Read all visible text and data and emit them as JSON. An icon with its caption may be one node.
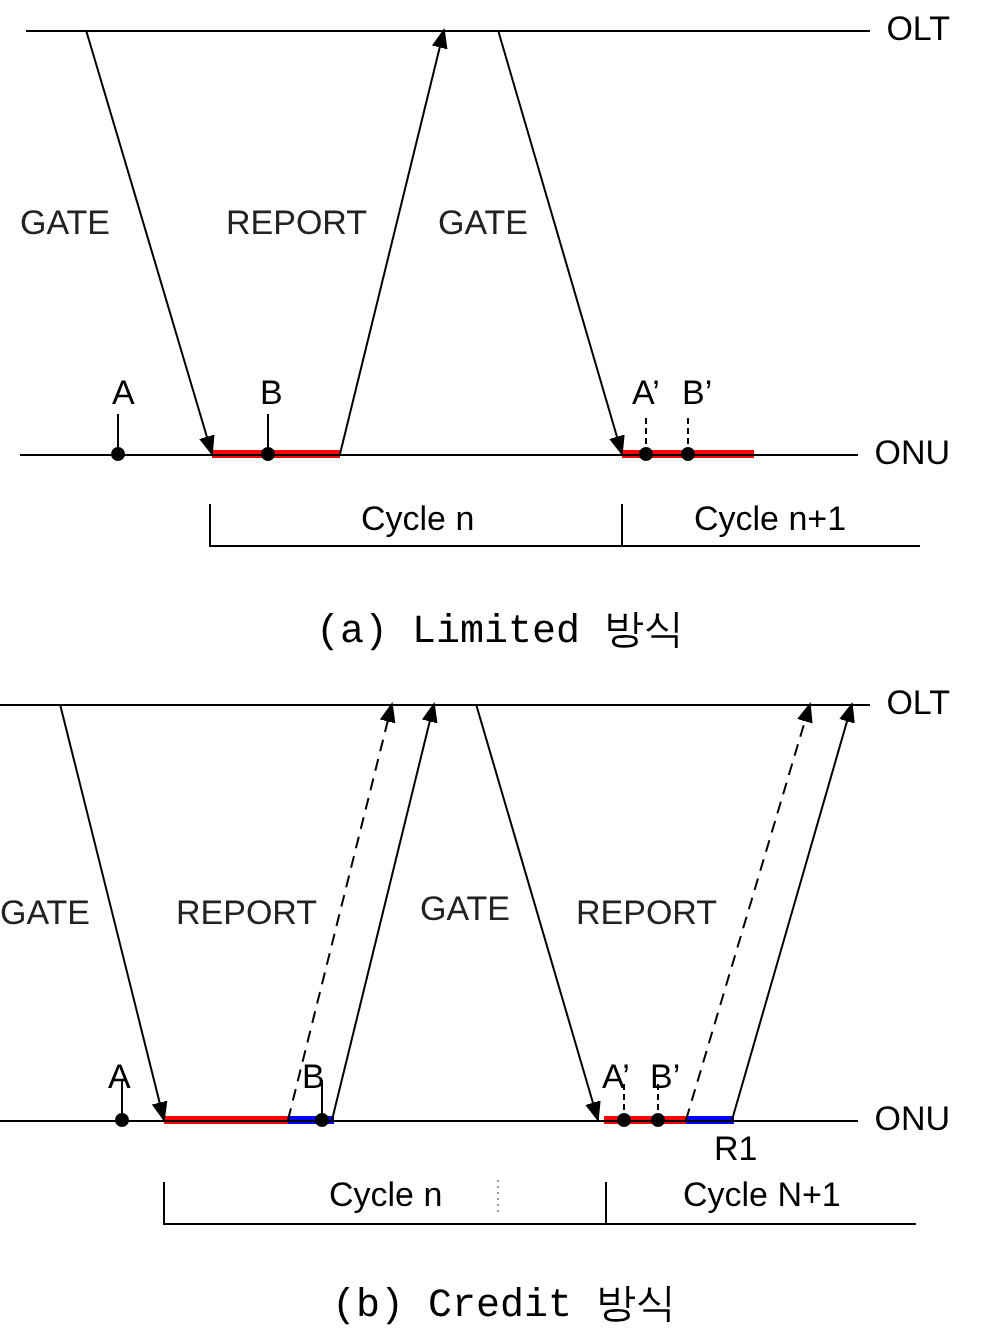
{
  "diagram": {
    "nodes": [
      {
        "text": [
          "OLT"
        ]
      },
      {
        "text": [
          "ONU"
        ]
      },
      {
        "text": [
          "OLT"
        ]
      },
      {
        "text": [
          "ONU"
        ]
      }
    ],
    "edges": [
      {
        "from": 0,
        "to": 1,
        "arrow": "to",
        "label": "GATE"
      },
      {
        "from": 1,
        "to": 0,
        "arrow": "to",
        "label": "REPORT"
      },
      {
        "from": 0,
        "to": 1,
        "arrow": "to",
        "label": "GATE"
      },
      {
        "from": 2,
        "to": 3,
        "arrow": "to",
        "label": "GATE"
      },
      {
        "from": 3,
        "to": 2,
        "arrow": "to",
        "style": "dashed",
        "label": "REPORT"
      },
      {
        "from": 3,
        "to": 2,
        "arrow": "to"
      },
      {
        "from": 2,
        "to": 3,
        "arrow": "to",
        "label": "GATE"
      },
      {
        "from": 3,
        "to": 2,
        "arrow": "to",
        "style": "dashed",
        "label": "REPORT"
      },
      {
        "from": 3,
        "to": 2,
        "arrow": "to"
      }
    ],
    "labels": [
      "A",
      "B",
      "A’",
      "B’",
      "Cycle n",
      "Cycle n+1",
      "(a) Limited 방식",
      "A",
      "B",
      "A’",
      "B’",
      "R1",
      "Cycle n",
      "Cycle N+1",
      "(b) Credit 방식"
    ]
  }
}
